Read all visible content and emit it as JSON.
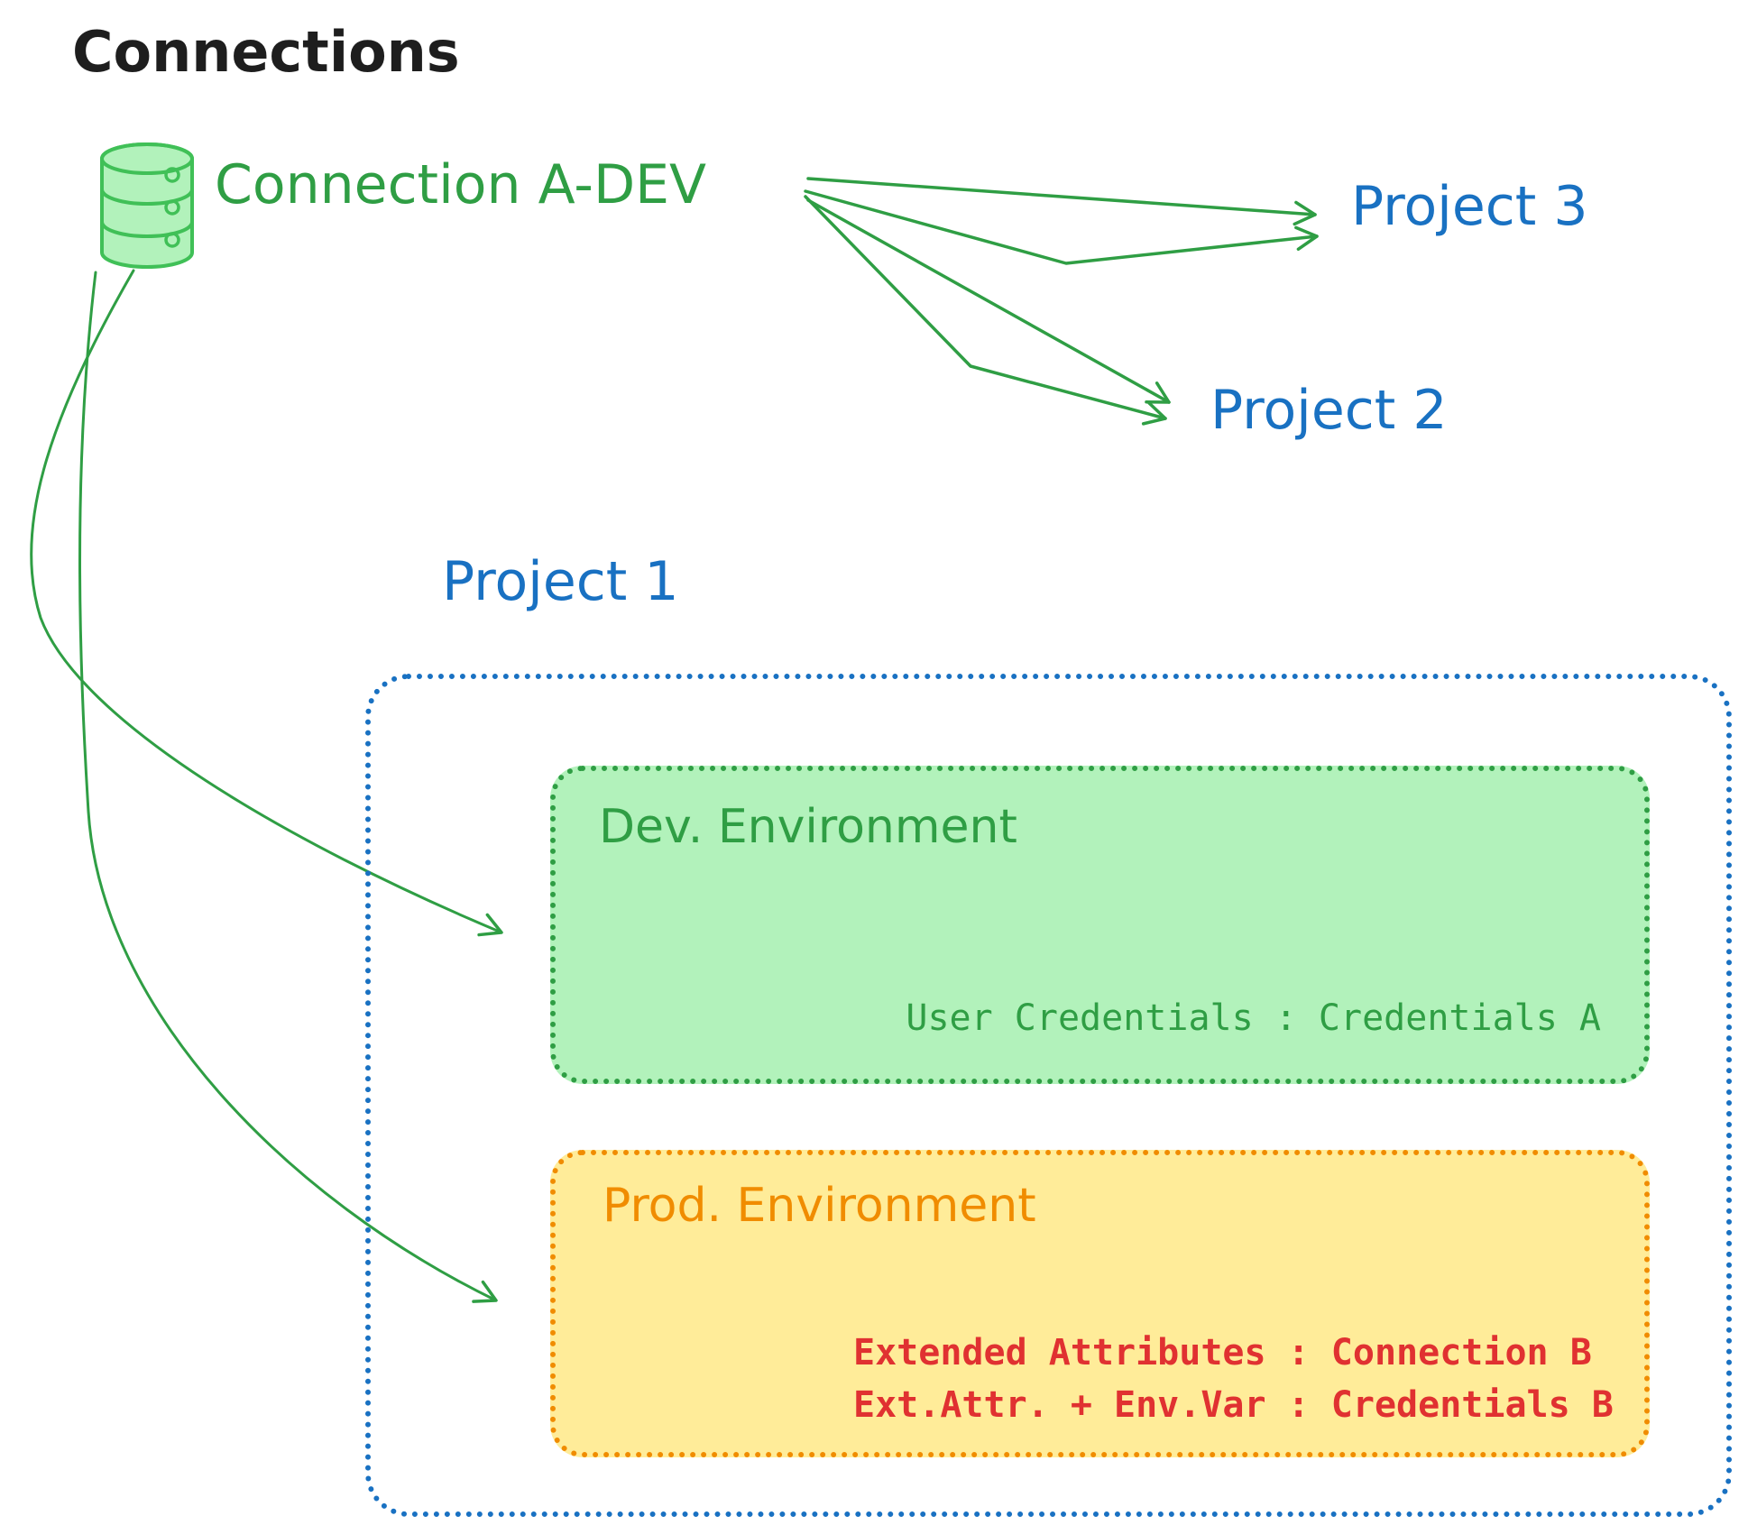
{
  "title": "Connections",
  "connection": {
    "label": "Connection A-DEV",
    "icon": "database-icon"
  },
  "projects": {
    "p1": "Project 1",
    "p2": "Project 2",
    "p3": "Project 3"
  },
  "dev_env": {
    "title": "Dev. Environment",
    "credentials_line": "User Credentials : Credentials A"
  },
  "prod_env": {
    "title": "Prod. Environment",
    "attr_line1": "Extended Attributes : Connection B",
    "attr_line2": "Ext.Attr. + Env.Var : Credentials B"
  },
  "colors": {
    "ink": "#1e1e1e",
    "green": "#2f9e44",
    "green_light": "#40c057",
    "green_fill": "#b2f2bb",
    "blue": "#1971c2",
    "orange": "#f08c00",
    "orange_fill": "#ffec99",
    "red": "#e03131"
  }
}
